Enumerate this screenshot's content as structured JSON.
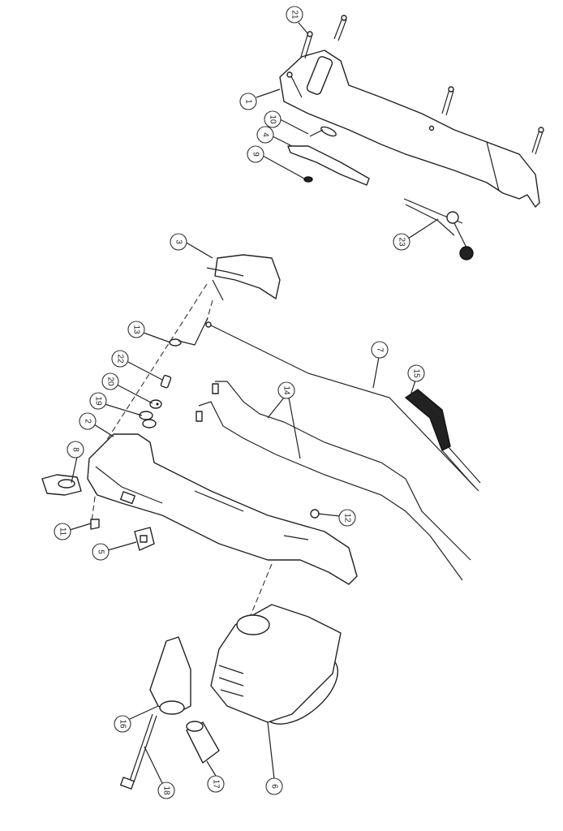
{
  "diagram": {
    "type": "exploded parts view",
    "callouts": [
      {
        "id": "c21",
        "label": "21"
      },
      {
        "id": "c1",
        "label": "1"
      },
      {
        "id": "c10",
        "label": "10"
      },
      {
        "id": "c4",
        "label": "4"
      },
      {
        "id": "c9",
        "label": "9"
      },
      {
        "id": "c23",
        "label": "23"
      },
      {
        "id": "c3",
        "label": "3"
      },
      {
        "id": "c13",
        "label": "13"
      },
      {
        "id": "c22",
        "label": "22"
      },
      {
        "id": "c20",
        "label": "20"
      },
      {
        "id": "c19",
        "label": "19"
      },
      {
        "id": "c2",
        "label": "2"
      },
      {
        "id": "c8",
        "label": "8"
      },
      {
        "id": "c11",
        "label": "11"
      },
      {
        "id": "c5",
        "label": "5"
      },
      {
        "id": "c7",
        "label": "7"
      },
      {
        "id": "c15",
        "label": "15"
      },
      {
        "id": "c14",
        "label": "14"
      },
      {
        "id": "c12",
        "label": "12"
      },
      {
        "id": "c16",
        "label": "16"
      },
      {
        "id": "c17",
        "label": "17"
      },
      {
        "id": "c18",
        "label": "18"
      },
      {
        "id": "c6",
        "label": "6"
      }
    ]
  }
}
